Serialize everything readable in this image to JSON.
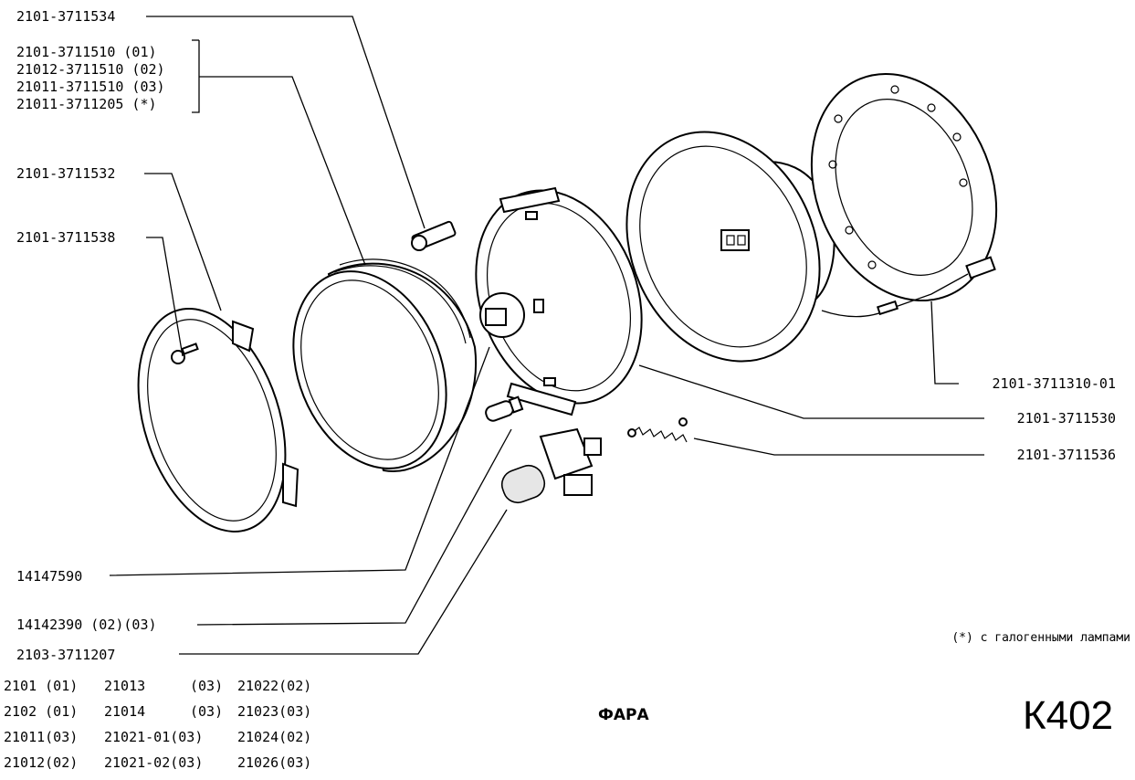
{
  "labels": {
    "l1": "2101-3711534",
    "group": [
      "2101-3711510 (01)",
      "21012-3711510 (02)",
      "21011-3711510 (03)",
      "21011-3711205 (*)"
    ],
    "l2": "2101-3711532",
    "l3": "2101-3711538",
    "r1": "2101-3711310-01",
    "r2": "2101-3711530",
    "r3": "2101-3711536",
    "b1": "14147590",
    "b2": "14142390 (02)(03)",
    "b3": "2103-3711207"
  },
  "note": "(*) с галогенными лампами",
  "models": [
    [
      "2101  (01)",
      "21013",
      "(03)",
      "21022(02)"
    ],
    [
      "2102  (01)",
      "21014",
      "(03)",
      "21023(03)"
    ],
    [
      "21011(03)",
      "21021-01(03)",
      "",
      "21024(02)"
    ],
    [
      "21012(02)",
      "21021-02(03)",
      "",
      "21026(03)"
    ]
  ],
  "title": "ФАРА",
  "code": "К402"
}
